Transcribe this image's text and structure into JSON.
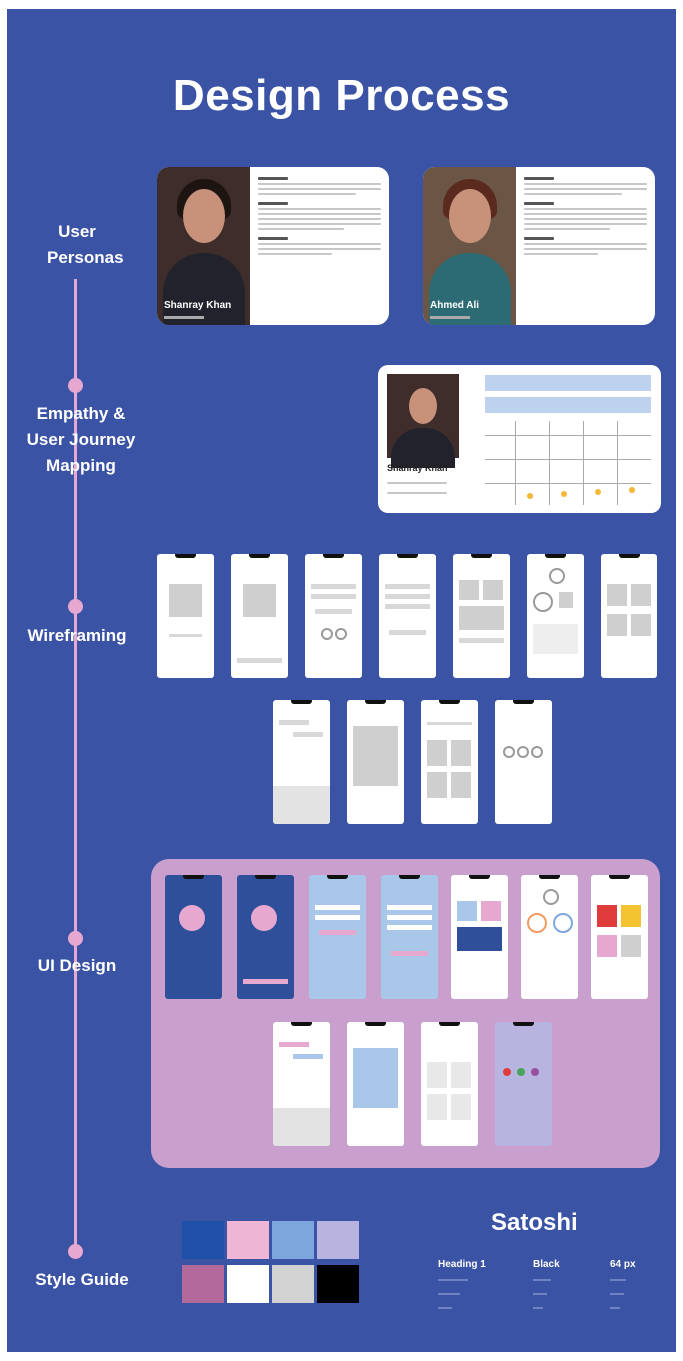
{
  "title": "Design Process",
  "stages": [
    "User Personas",
    "Empathy & User Journey Mapping",
    "Wireframing",
    "UI Design",
    "Style Guide"
  ],
  "personas": [
    {
      "name": "Shanray Khan"
    },
    {
      "name": "Ahmed Ali"
    }
  ],
  "journey": {
    "name": "Shanray Khan"
  },
  "style_guide": {
    "typeface": "Satoshi",
    "columns": [
      "Heading 1",
      "Black",
      "64 px"
    ],
    "swatches": [
      "#1f4fa6",
      "#efb5d4",
      "#7ea7de",
      "#b9b4df",
      "#b36a9a",
      "#ffffff",
      "#d2d2d2",
      "#000000"
    ]
  },
  "colors": {
    "background": "#3a53a4",
    "timeline": "#e6a8d0",
    "ui_panel": "#c99fcd"
  }
}
